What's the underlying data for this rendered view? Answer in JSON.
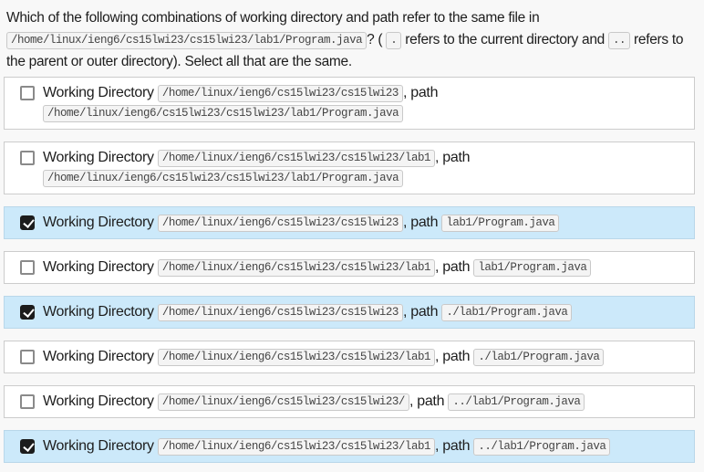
{
  "question": {
    "part1": "Which of the following combinations of working directory and path refer to the same file in ",
    "file_code": "/home/linux/ieng6/cs15lwi23/cs15lwi23/lab1/Program.java",
    "part2": "? ( ",
    "dot_code": ".",
    "part3": " refers to the current directory and ",
    "dotdot_code": "..",
    "part4": " refers to the parent or outer directory). Select all that are the same."
  },
  "options": [
    {
      "checked": false,
      "wd_label": "Working Directory ",
      "wd": "/home/linux/ieng6/cs15lwi23/cs15lwi23",
      "path_label": ", path ",
      "path": "/home/linux/ieng6/cs15lwi23/cs15lwi23/lab1/Program.java"
    },
    {
      "checked": false,
      "wd_label": "Working Directory ",
      "wd": "/home/linux/ieng6/cs15lwi23/cs15lwi23/lab1",
      "path_label": ", path ",
      "path": "/home/linux/ieng6/cs15lwi23/cs15lwi23/lab1/Program.java"
    },
    {
      "checked": true,
      "wd_label": "Working Directory ",
      "wd": "/home/linux/ieng6/cs15lwi23/cs15lwi23",
      "path_label": ", path ",
      "path": "lab1/Program.java"
    },
    {
      "checked": false,
      "wd_label": "Working Directory ",
      "wd": "/home/linux/ieng6/cs15lwi23/cs15lwi23/lab1",
      "path_label": ", path ",
      "path": "lab1/Program.java"
    },
    {
      "checked": true,
      "wd_label": "Working Directory ",
      "wd": "/home/linux/ieng6/cs15lwi23/cs15lwi23",
      "path_label": ", path ",
      "path": "./lab1/Program.java"
    },
    {
      "checked": false,
      "wd_label": "Working Directory ",
      "wd": "/home/linux/ieng6/cs15lwi23/cs15lwi23/lab1",
      "path_label": ", path ",
      "path": "./lab1/Program.java"
    },
    {
      "checked": false,
      "wd_label": "Working Directory ",
      "wd": "/home/linux/ieng6/cs15lwi23/cs15lwi23/",
      "path_label": ", path ",
      "path": "../lab1/Program.java"
    },
    {
      "checked": true,
      "wd_label": "Working Directory ",
      "wd": "/home/linux/ieng6/cs15lwi23/cs15lwi23/lab1",
      "path_label": ", path ",
      "path": "../lab1/Program.java"
    }
  ],
  "colors": {
    "page_bg": "#f8f8f8",
    "box_bg": "#ffffff",
    "box_border": "#cccccc",
    "highlight_bg": "#cce9fa",
    "highlight_border": "#b9d7ea",
    "code_bg": "#f4f4f4",
    "code_border": "#c9c9c9",
    "checkbox_checked": "#1c1c1c"
  }
}
